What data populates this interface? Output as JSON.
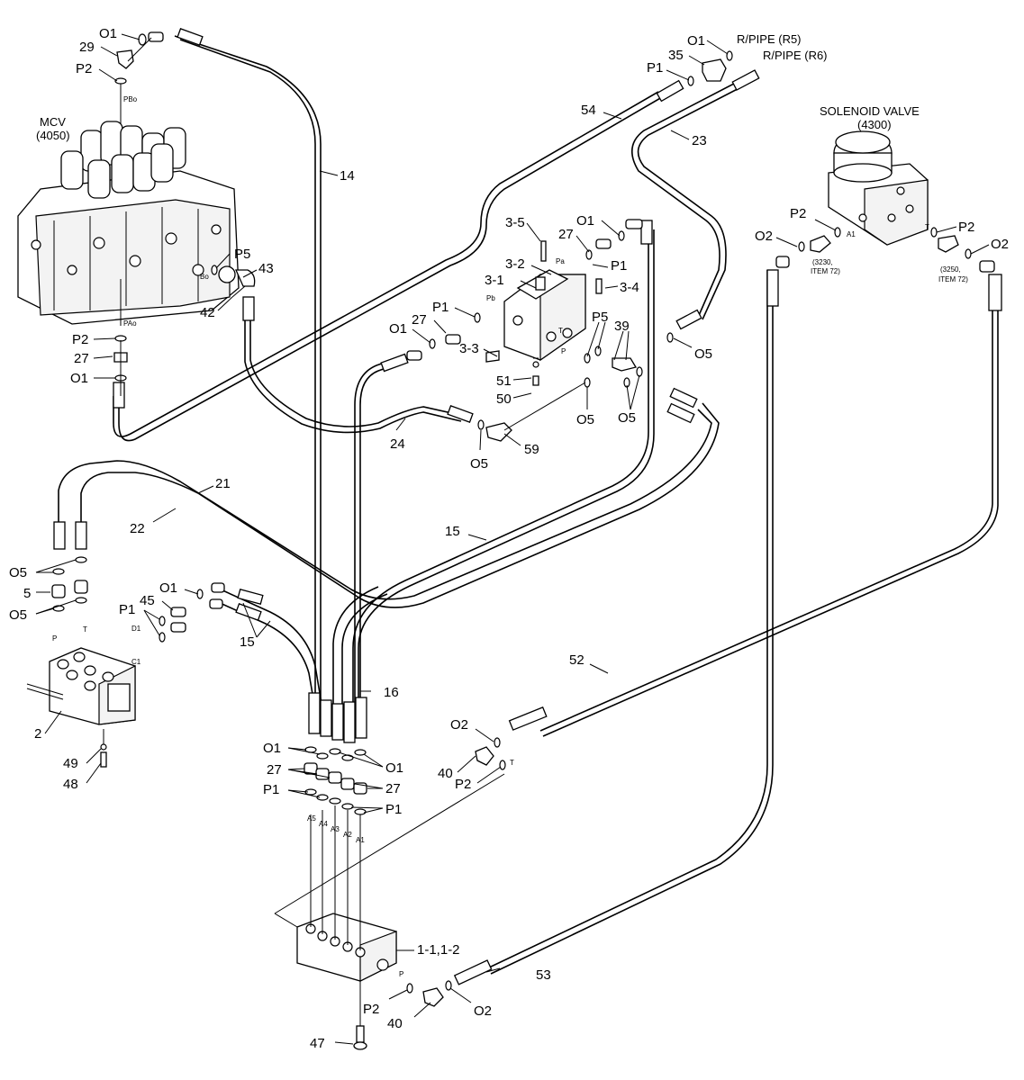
{
  "title_labels": {
    "mcv": "MCV",
    "mcv_code": "(4050)",
    "solenoid": "SOLENOID VALVE",
    "solenoid_code": "(4300)",
    "rpipe_r5": "R/PIPE (R5)",
    "rpipe_r6": "R/PIPE (R6)",
    "ref_3230": "(3230,",
    "ref_3230_item": "ITEM 72)",
    "ref_3250": "(3250,",
    "ref_3250_item": "ITEM 72)"
  },
  "port_labels": {
    "pbo": "PBo",
    "pao": "PAo",
    "bo": "Bo",
    "pa": "Pa",
    "pb": "Pb",
    "t_valve": "T",
    "p_valve": "P",
    "a1_sol": "A1",
    "t_sol": "T",
    "p_rcv": "P",
    "t_rcv": "T",
    "d1": "D1",
    "c1": "C1",
    "a5": "A5",
    "a4": "A4",
    "a3": "A3",
    "a2": "A2",
    "a1": "A1",
    "t_block": "T",
    "p_block": "P"
  },
  "callouts": {
    "o1_top": "O1",
    "p29": "29",
    "p2_mcv": "P2",
    "p5_mcv": "P5",
    "p43": "43",
    "p42": "42",
    "p2_mcv_low": "P2",
    "p27_mcv": "27",
    "o1_mcv_low": "O1",
    "p14": "14",
    "o1_r5": "O1",
    "p35": "35",
    "p1_r5": "P1",
    "p54": "54",
    "p23": "23",
    "p3_5": "3-5",
    "o1_valve": "O1",
    "p27_valve": "27",
    "p3_2": "3-2",
    "p1_valve": "P1",
    "p3_1": "3-1",
    "p3_4": "3-4",
    "p1_valve_left": "P1",
    "p5_valve": "P5",
    "o1_valve_left": "O1",
    "p27_valve_left": "27",
    "p39": "39",
    "p3_3": "3-3",
    "o5_valve_right": "O5",
    "p51": "51",
    "p50": "50",
    "o5_valve_mid": "O5",
    "o5_valve_mid2": "O5",
    "p24": "24",
    "o5_bottom": "O5",
    "p59": "59",
    "p2_sol_left": "P2",
    "o2_sol_left": "O2",
    "p2_sol_right": "P2",
    "o2_sol_right": "O2",
    "p21": "21",
    "p22": "22",
    "p15_top": "15",
    "o5_rcv1": "O5",
    "p5_rcv": "5",
    "o5_rcv2": "O5",
    "o1_rcv": "O1",
    "p1_rcv": "P1",
    "p45": "45",
    "p15_low": "15",
    "p2_rcv": "2",
    "p52": "52",
    "p16": "16",
    "p49": "49",
    "p48": "48",
    "o2_block": "O2",
    "o1_blk_a": "O1",
    "p27_blk_a": "27",
    "o1_blk_b": "O1",
    "p40_top": "40",
    "p2_blk_top": "P2",
    "p1_blk_a": "P1",
    "p27_blk_b": "27",
    "p1_blk_b": "P1",
    "p1_1": "1-1,1-2",
    "p53": "53",
    "p2_blk_low": "P2",
    "p40_low": "40",
    "o2_blk_low": "O2",
    "p47": "47"
  },
  "colors": {
    "line": "#000000",
    "background": "#ffffff"
  }
}
